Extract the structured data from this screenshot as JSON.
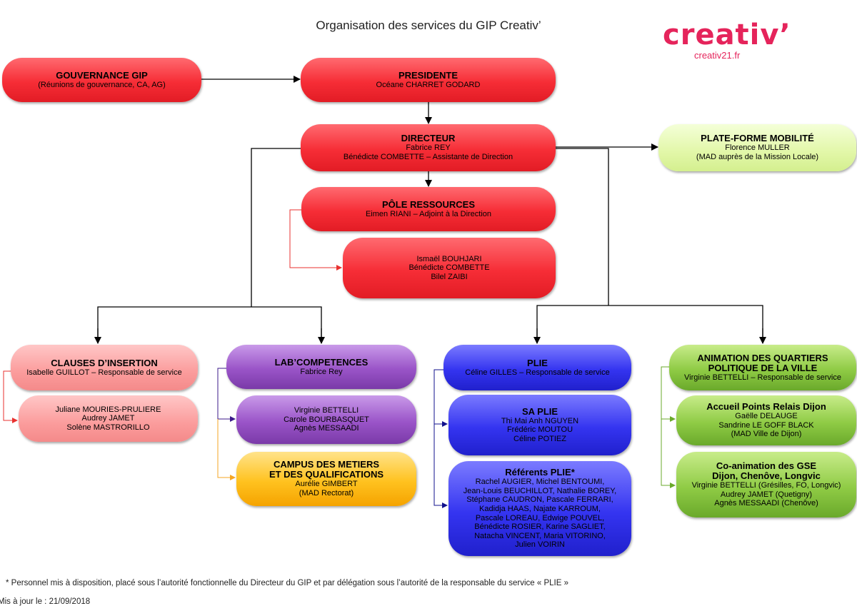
{
  "title": "Organisation des services du GIP Creativ’",
  "logo": {
    "word": "creativ’",
    "url": "creativ21.fr",
    "color": "#e5245b"
  },
  "boxes": {
    "gouvernance": {
      "heading": "GOUVERNANCE GIP",
      "lines": [
        "(Réunions de gouvernance, CA, AG)"
      ]
    },
    "presidente": {
      "heading": "PRESIDENTE",
      "lines": [
        "Océane CHARRET GODARD"
      ]
    },
    "directeur": {
      "heading": "DIRECTEUR",
      "lines": [
        "Fabrice REY",
        "Bénédicte COMBETTE – Assistante de Direction"
      ]
    },
    "plateforme": {
      "heading": "PLATE-FORME MOBILITÉ",
      "lines": [
        "Florence MULLER",
        "(MAD auprès de la  Mission Locale)"
      ]
    },
    "pole": {
      "heading": "PÔLE RESSOURCES",
      "lines": [
        "Eimen RIANI – Adjoint à la Direction"
      ]
    },
    "pole_staff": {
      "heading": "",
      "lines": [
        "Ismaël BOUHJARI",
        "Bénédicte COMBETTE",
        "Bilel ZAIBI"
      ]
    },
    "clauses": {
      "heading": "CLAUSES D’INSERTION",
      "lines": [
        "Isabelle GUILLOT – Responsable de service"
      ]
    },
    "clauses_staff": {
      "heading": "",
      "lines": [
        "Juliane MOURIES-PRULIERE",
        "Audrey JAMET",
        "Solène MASTRORILLO"
      ]
    },
    "lab": {
      "heading": "LAB’COMPETENCES",
      "lines": [
        "Fabrice Rey"
      ]
    },
    "lab_staff": {
      "heading": "",
      "lines": [
        "Virginie BETTELLI",
        "Carole BOURBASQUET",
        "Agnès MESSAADI"
      ]
    },
    "campus": {
      "heading": "CAMPUS DES METIERS\nET DES QUALIFICATIONS",
      "lines": [
        "Aurélie GIMBERT",
        "(MAD Rectorat)"
      ]
    },
    "plie": {
      "heading": "PLIE",
      "lines": [
        "Céline GILLES – Responsable de service"
      ]
    },
    "saplie": {
      "heading": "SA PLIE",
      "lines": [
        "Thi Mai Anh NGUYEN",
        "Frédéric MOUTOU",
        "Céline POTIEZ"
      ]
    },
    "referents": {
      "heading": "Référents PLIE*",
      "lines": [
        "Rachel AUGIER, Michel BENTOUMI,",
        "Jean-Louis BEUCHILLOT, Nathalie BOREY,",
        "Stéphane CAUDRON, Pascale FERRARI,",
        "Kadidja HAAS, Najate KARROUM,",
        "Pascale LOREAU, Edwige POUVEL,",
        "Bénédicte ROSIER, Karine SAGLIET,",
        "Natacha VINCENT, Maria VITORINO,",
        "Julien VOIRIN"
      ]
    },
    "animation": {
      "heading": "ANIMATION DES QUARTIERS\nPOLITIQUE DE LA VILLE",
      "lines": [
        "Virginie BETTELLI – Responsable de service"
      ]
    },
    "accueil": {
      "heading": "Accueil Points Relais Dijon",
      "lines": [
        "Gaëlle DELAUGE",
        "Sandrine LE GOFF BLACK",
        "(MAD Ville de Dijon)"
      ]
    },
    "coanim": {
      "heading": "Co-animation des GSE\nDijon, Chenôve, Longvic",
      "lines": [
        "Virginie BETTELLI (Grésilles, FO, Longvic)",
        "Audrey JAMET (Quetigny)",
        "Agnès MESSAADI (Chenôve)"
      ]
    }
  },
  "footnote": "* Personnel mis à disposition, placé sous l’autorité fonctionnelle du Directeur du GIP et par délégation sous l’autorité de la responsable du service « PLIE »",
  "updated": "Mis à jour le : 21/09/2018",
  "colors": {
    "red": "#f62d36",
    "pink": "#fb9c9c",
    "purple": "#9a54c8",
    "blue": "#3434f0",
    "green": "#8fcb45",
    "light_green": "#e2f7a8",
    "yellow": "#ffc21f",
    "connector_red": "#e8312f",
    "connector_purple": "#3b1a8a",
    "connector_orange": "#f5a623",
    "connector_navy": "#10108c",
    "connector_green": "#6aa92b"
  }
}
